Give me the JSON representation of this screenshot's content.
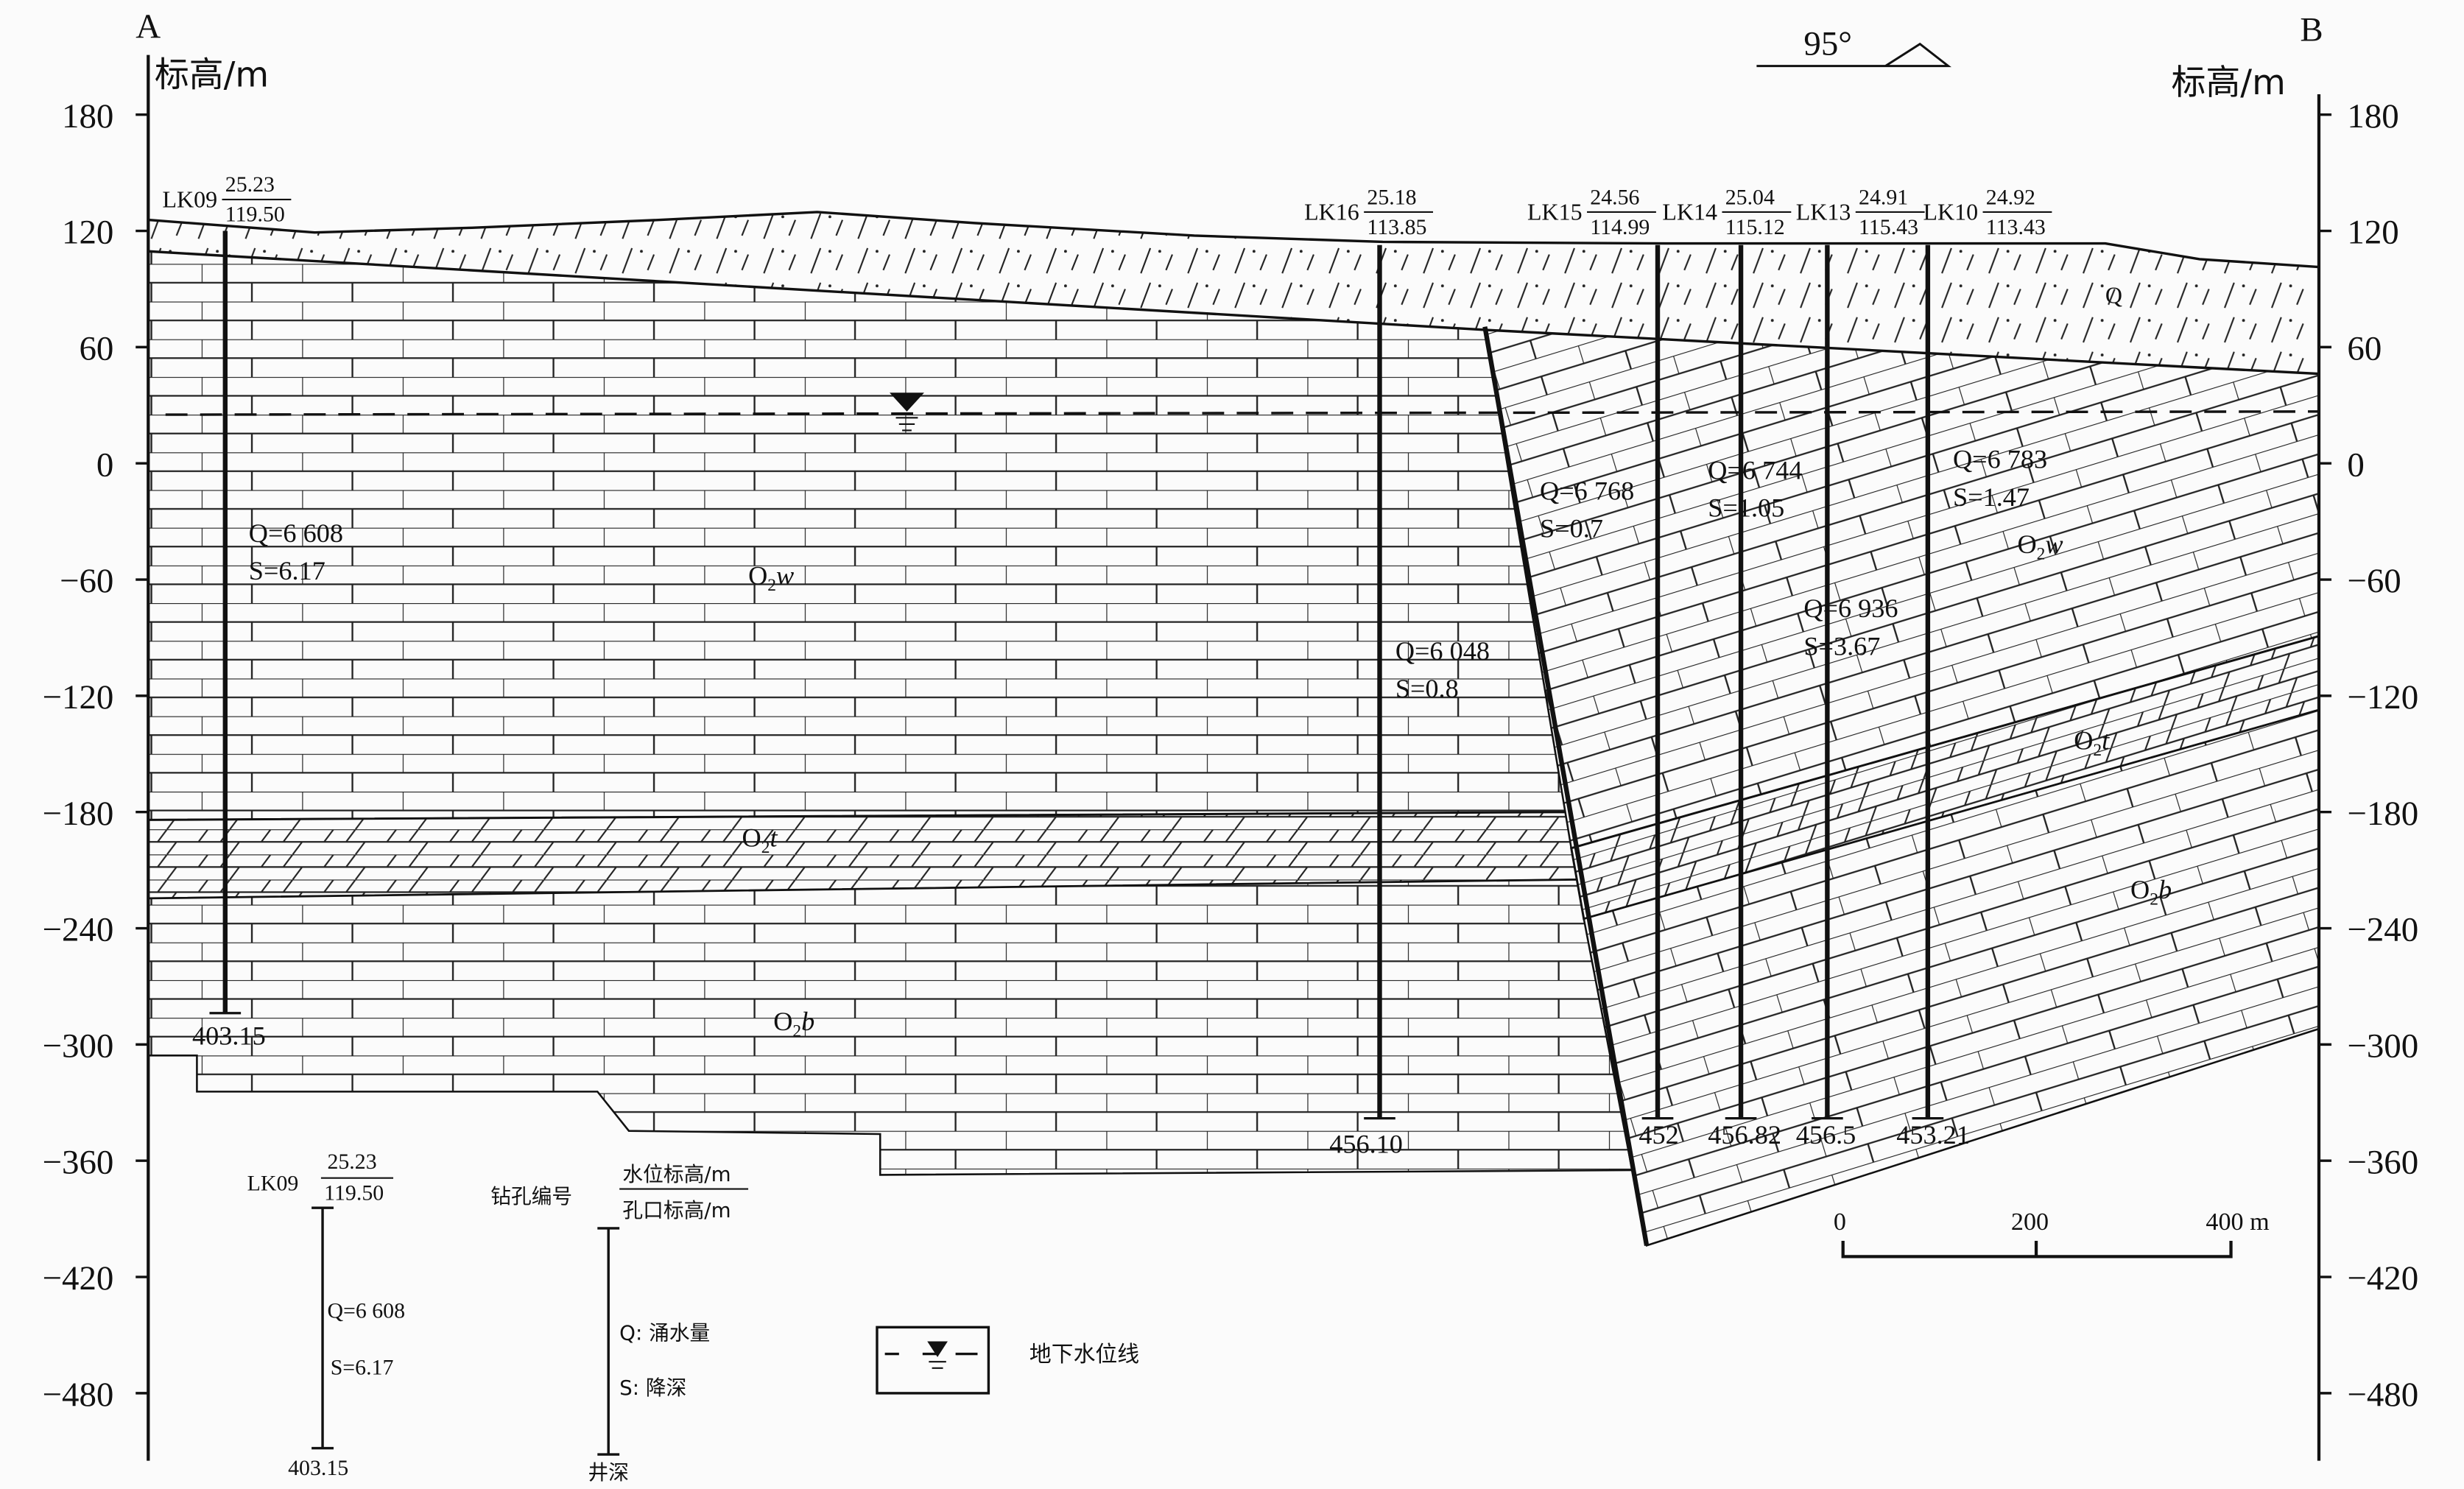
{
  "corners": {
    "left": "A",
    "right": "B"
  },
  "axis": {
    "left_title": "标高/m",
    "right_title": "标高/m",
    "ticks": [
      "180",
      "120",
      "60",
      "0",
      "−60",
      "−120",
      "−180",
      "−240",
      "−300",
      "−360",
      "−420",
      "−480"
    ],
    "tick_values": [
      180,
      120,
      60,
      0,
      -60,
      -120,
      -180,
      -240,
      -300,
      -360,
      -420,
      -480
    ]
  },
  "orientation": {
    "angle": "95°"
  },
  "water_table_elevation_m": 25,
  "boreholes": [
    {
      "id": "LK09",
      "water": "25.23",
      "collar": "119.50",
      "depth": "403.15",
      "q": "Q=6 608",
      "s": "S=6.17"
    },
    {
      "id": "LK16",
      "water": "25.18",
      "collar": "113.85",
      "depth": "456.10",
      "q": "Q=6 048",
      "s": "S=0.8"
    },
    {
      "id": "LK15",
      "water": "24.56",
      "collar": "114.99",
      "depth": "452",
      "q": "Q=6 768",
      "s": "S=0.7"
    },
    {
      "id": "LK14",
      "water": "25.04",
      "collar": "115.12",
      "depth": "456.82",
      "q": "Q=6 744",
      "s": "S=1.05"
    },
    {
      "id": "LK13",
      "water": "24.91",
      "collar": "115.43",
      "depth": "456.5",
      "q": "Q=6 936",
      "s": "S=3.67"
    },
    {
      "id": "LK10",
      "water": "24.92",
      "collar": "113.43",
      "depth": "453.21",
      "q": "Q=6 783",
      "s": "S=1.47"
    }
  ],
  "strata": {
    "q": "Q",
    "o2w": {
      "base": "O",
      "sub": "2",
      "it": "w"
    },
    "o2t": {
      "base": "O",
      "sub": "2",
      "it": "t"
    },
    "o2b": {
      "base": "O",
      "sub": "2",
      "it": "b"
    }
  },
  "scale_bar": {
    "labels": [
      "0",
      "200",
      "400 m"
    ]
  },
  "legend": {
    "example": {
      "id": "LK09",
      "water": "25.23",
      "collar": "119.50",
      "q": "Q=6 608",
      "s": "S=6.17",
      "depth": "403.15"
    },
    "key": {
      "id_label": "钻孔编号",
      "water_label": "水位标高/m",
      "collar_label": "孔口标高/m",
      "q_label": "Q: 涌水量",
      "s_label": "S: 降深",
      "depth_label": "井深"
    },
    "water_line_label": "地下水位线"
  }
}
